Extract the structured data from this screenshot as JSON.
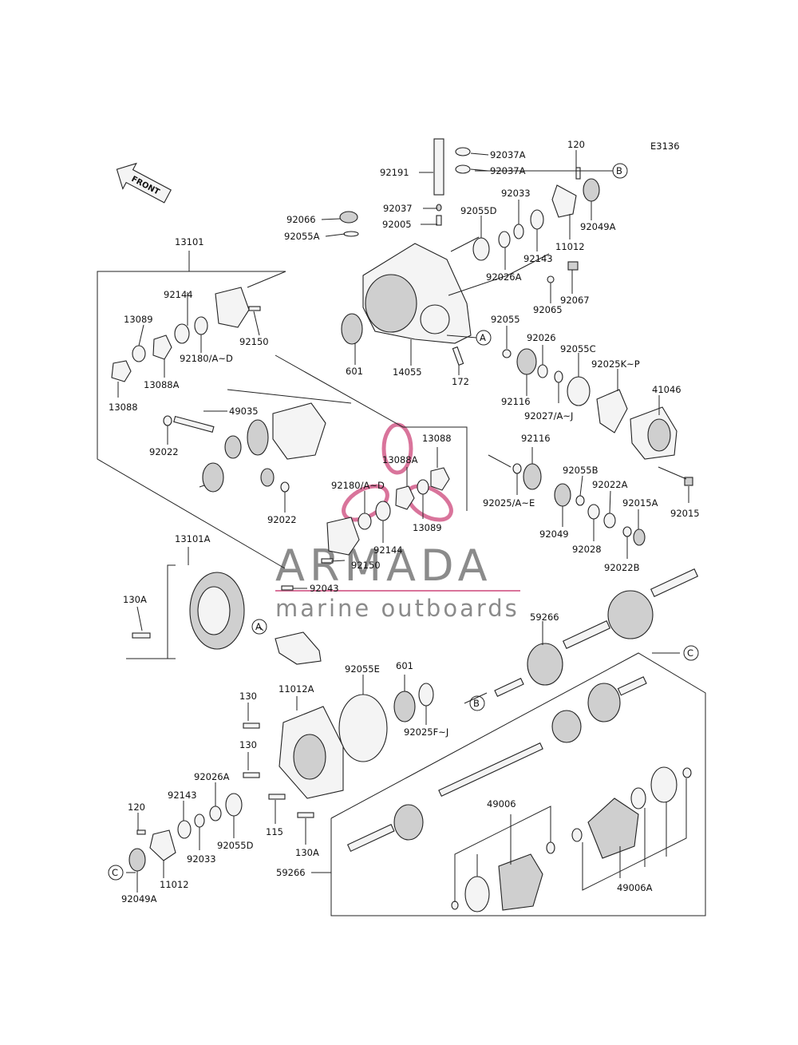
{
  "diagram_code": "E3136",
  "front_label": "FRONT",
  "watermark": {
    "brand": "ARMADA",
    "tagline": "marine outboards",
    "accent_color": "#d9749b"
  },
  "part_labels": {
    "p92037A_1": "92037A",
    "p92037A_2": "92037A",
    "p92191": "92191",
    "p92037": "92037",
    "p92005": "92005",
    "p92066": "92066",
    "p92055A": "92055A",
    "p92055D_top": "92055D",
    "p92033_top": "92033",
    "p120_top": "120",
    "p92049A_top": "92049A",
    "p11012_top": "11012",
    "p92143_top": "92143",
    "p92026A_top": "92026A",
    "p92065": "92065",
    "p92067": "92067",
    "p13101": "13101",
    "p92144_top": "92144",
    "p13089_top": "13089",
    "p92180_top": "92180/A~D",
    "p92150_top": "92150",
    "p13088A_top": "13088A",
    "p13088_top": "13088",
    "p601_top": "601",
    "p14055": "14055",
    "p172": "172",
    "p92055": "92055",
    "p92026": "92026",
    "p92055C": "92055C",
    "p92025KP": "92025K~P",
    "p41046": "41046",
    "p92116_a": "92116",
    "p92027": "92027/A~J",
    "p49035": "49035",
    "p92022_a": "92022",
    "p92022_b": "92022",
    "p13088_mid": "13088",
    "p13088A_mid": "13088A",
    "p92180_mid": "92180/A~D",
    "p13089_mid": "13089",
    "p92144_mid": "92144",
    "p92150_mid": "92150",
    "p92116_b": "92116",
    "p92055B": "92055B",
    "p92022A": "92022A",
    "p92015A": "92015A",
    "p92025AE": "92025/A~E",
    "p92049": "92049",
    "p92028": "92028",
    "p92022B": "92022B",
    "p92015": "92015",
    "p13101A": "13101A",
    "p130A_top": "130A",
    "p92043": "92043",
    "p59266_top": "59266",
    "p92055E": "92055E",
    "p601_mid": "601",
    "p92025FJ": "92025F~J",
    "p11012A": "11012A",
    "p130_a": "130",
    "p130_b": "130",
    "p92026A_bot": "92026A",
    "p92143_bot": "92143",
    "p120_bot": "120",
    "p92033_bot": "92033",
    "p92055D_bot": "92055D",
    "p115": "115",
    "p130A_bot": "130A",
    "p11012_bot": "11012",
    "p92049A_bot": "92049A",
    "p49006": "49006",
    "p59266_bot": "59266",
    "p49006A": "49006A"
  },
  "callouts": {
    "A_top": "A",
    "A_mid": "A",
    "B_top": "B",
    "B_mid": "B",
    "C_top": "C",
    "C_bot": "C"
  }
}
